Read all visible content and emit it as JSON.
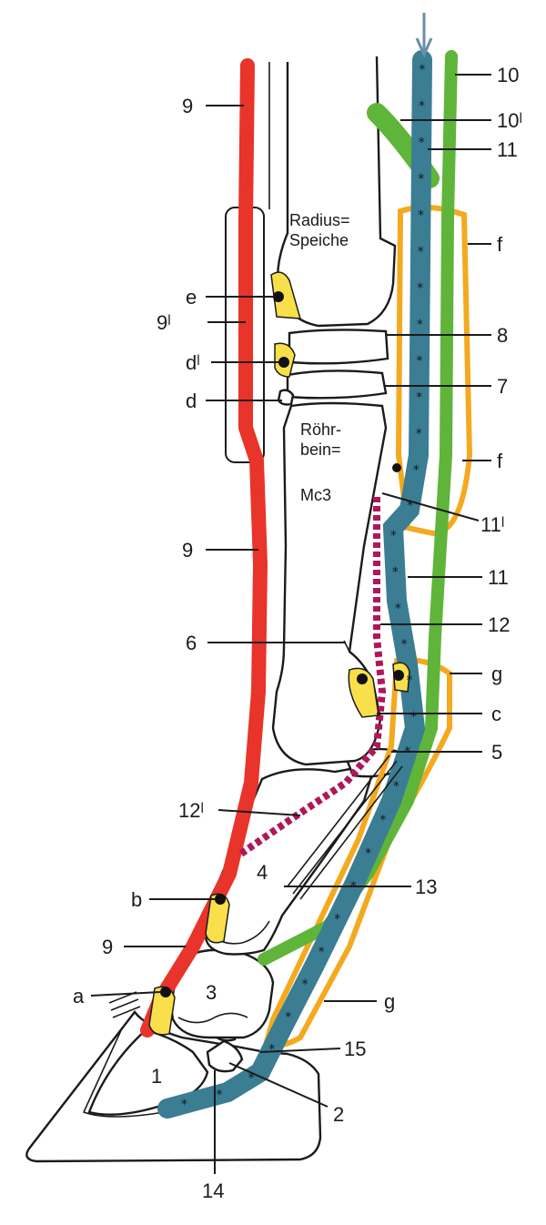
{
  "colors": {
    "artery": "#e8342a",
    "tendon_blue": "#3b7d93",
    "tendon_green": "#5fb53a",
    "sheath_orange": "#f4a91e",
    "bursa_yellow": "#f9e04a",
    "ligament_magenta": "#b0175a",
    "arrow": "#6a8fa8"
  },
  "labels": {
    "radius_line1": "Radius=",
    "radius_line2": "Speiche",
    "roehr_line1": "Röhr-",
    "roehr_line2": "bein=",
    "mc3": "Mc3",
    "n9_top": "9",
    "n9_prime": "9ˡ",
    "n9_mid": "9",
    "n9_low": "9",
    "e": "e",
    "d_prime": "dˡ",
    "d": "d",
    "n6": "6",
    "n12_prime": "12ˡ",
    "b": "b",
    "a": "a",
    "n10": "10",
    "n10_prime": "10ˡ",
    "n11_top": "11",
    "f_top": "f",
    "n8": "8",
    "n7": "7",
    "f_low": "f",
    "n11_prime": "11ˡ",
    "n11_mid": "11",
    "n12": "12",
    "g_top": "g",
    "c": "c",
    "n5": "5",
    "n4": "4",
    "n13": "13",
    "n3": "3",
    "g_low": "g",
    "n1": "1",
    "n15": "15",
    "n2": "2",
    "n14": "14"
  }
}
